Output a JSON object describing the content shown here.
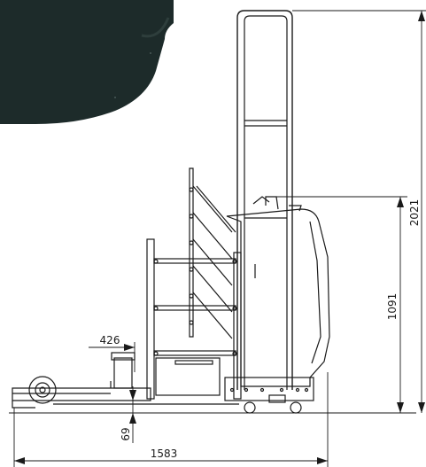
{
  "drawing": {
    "subject": "order picker truck with mast, operator platform and cage, side elevation",
    "dimensions": {
      "overall_height": "2021",
      "platform_height": "1091",
      "cage_offset": "426",
      "ground_clearance": "69",
      "overall_length": "1583"
    },
    "colors": {
      "line": "#1a1a1a",
      "background": "#ffffff",
      "cover_dark": "#1d2b2a"
    }
  }
}
